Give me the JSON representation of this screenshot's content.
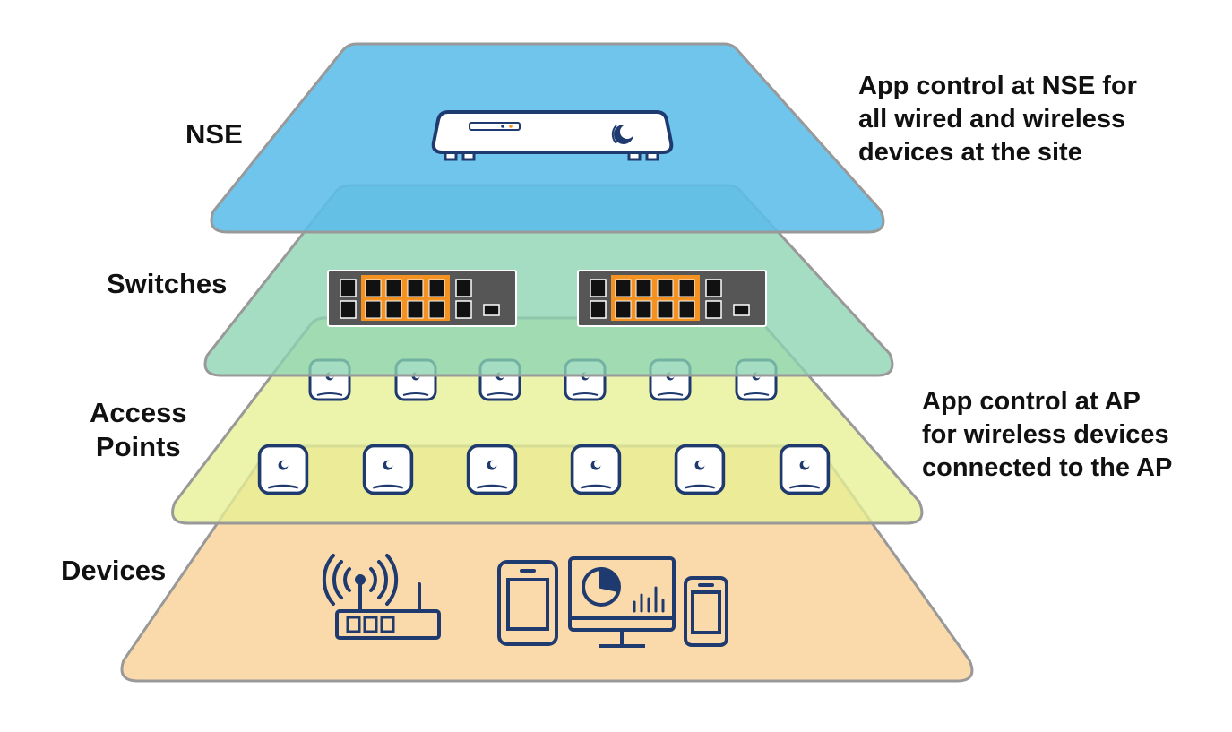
{
  "layers": {
    "nse": {
      "label": "NSE",
      "color": "#5bbde9"
    },
    "switches": {
      "label": "Switches",
      "color": "#8cd3b2"
    },
    "access_points": {
      "label": "Access\nPoints",
      "color": "#e7ef94"
    },
    "devices": {
      "label": "Devices",
      "color": "#f8cf92"
    }
  },
  "callouts": {
    "nse": "App control at NSE for\nall wired and wireless\ndevices at the site",
    "ap": "App control at AP\nfor wireless devices\nconnected to the AP"
  },
  "colors": {
    "icon_navy": "#1f3a6e",
    "switch_body": "#565656",
    "switch_port_accent": "#f39220",
    "outline_grey": "#999999"
  },
  "icons": [
    "nse-appliance-icon",
    "network-switch-icon",
    "access-point-icon",
    "wireless-router-icon",
    "tablet-icon",
    "monitor-icon",
    "smartphone-icon"
  ],
  "counts": {
    "switches": 2,
    "access_points_back_row": 6,
    "access_points_front_row": 6
  }
}
